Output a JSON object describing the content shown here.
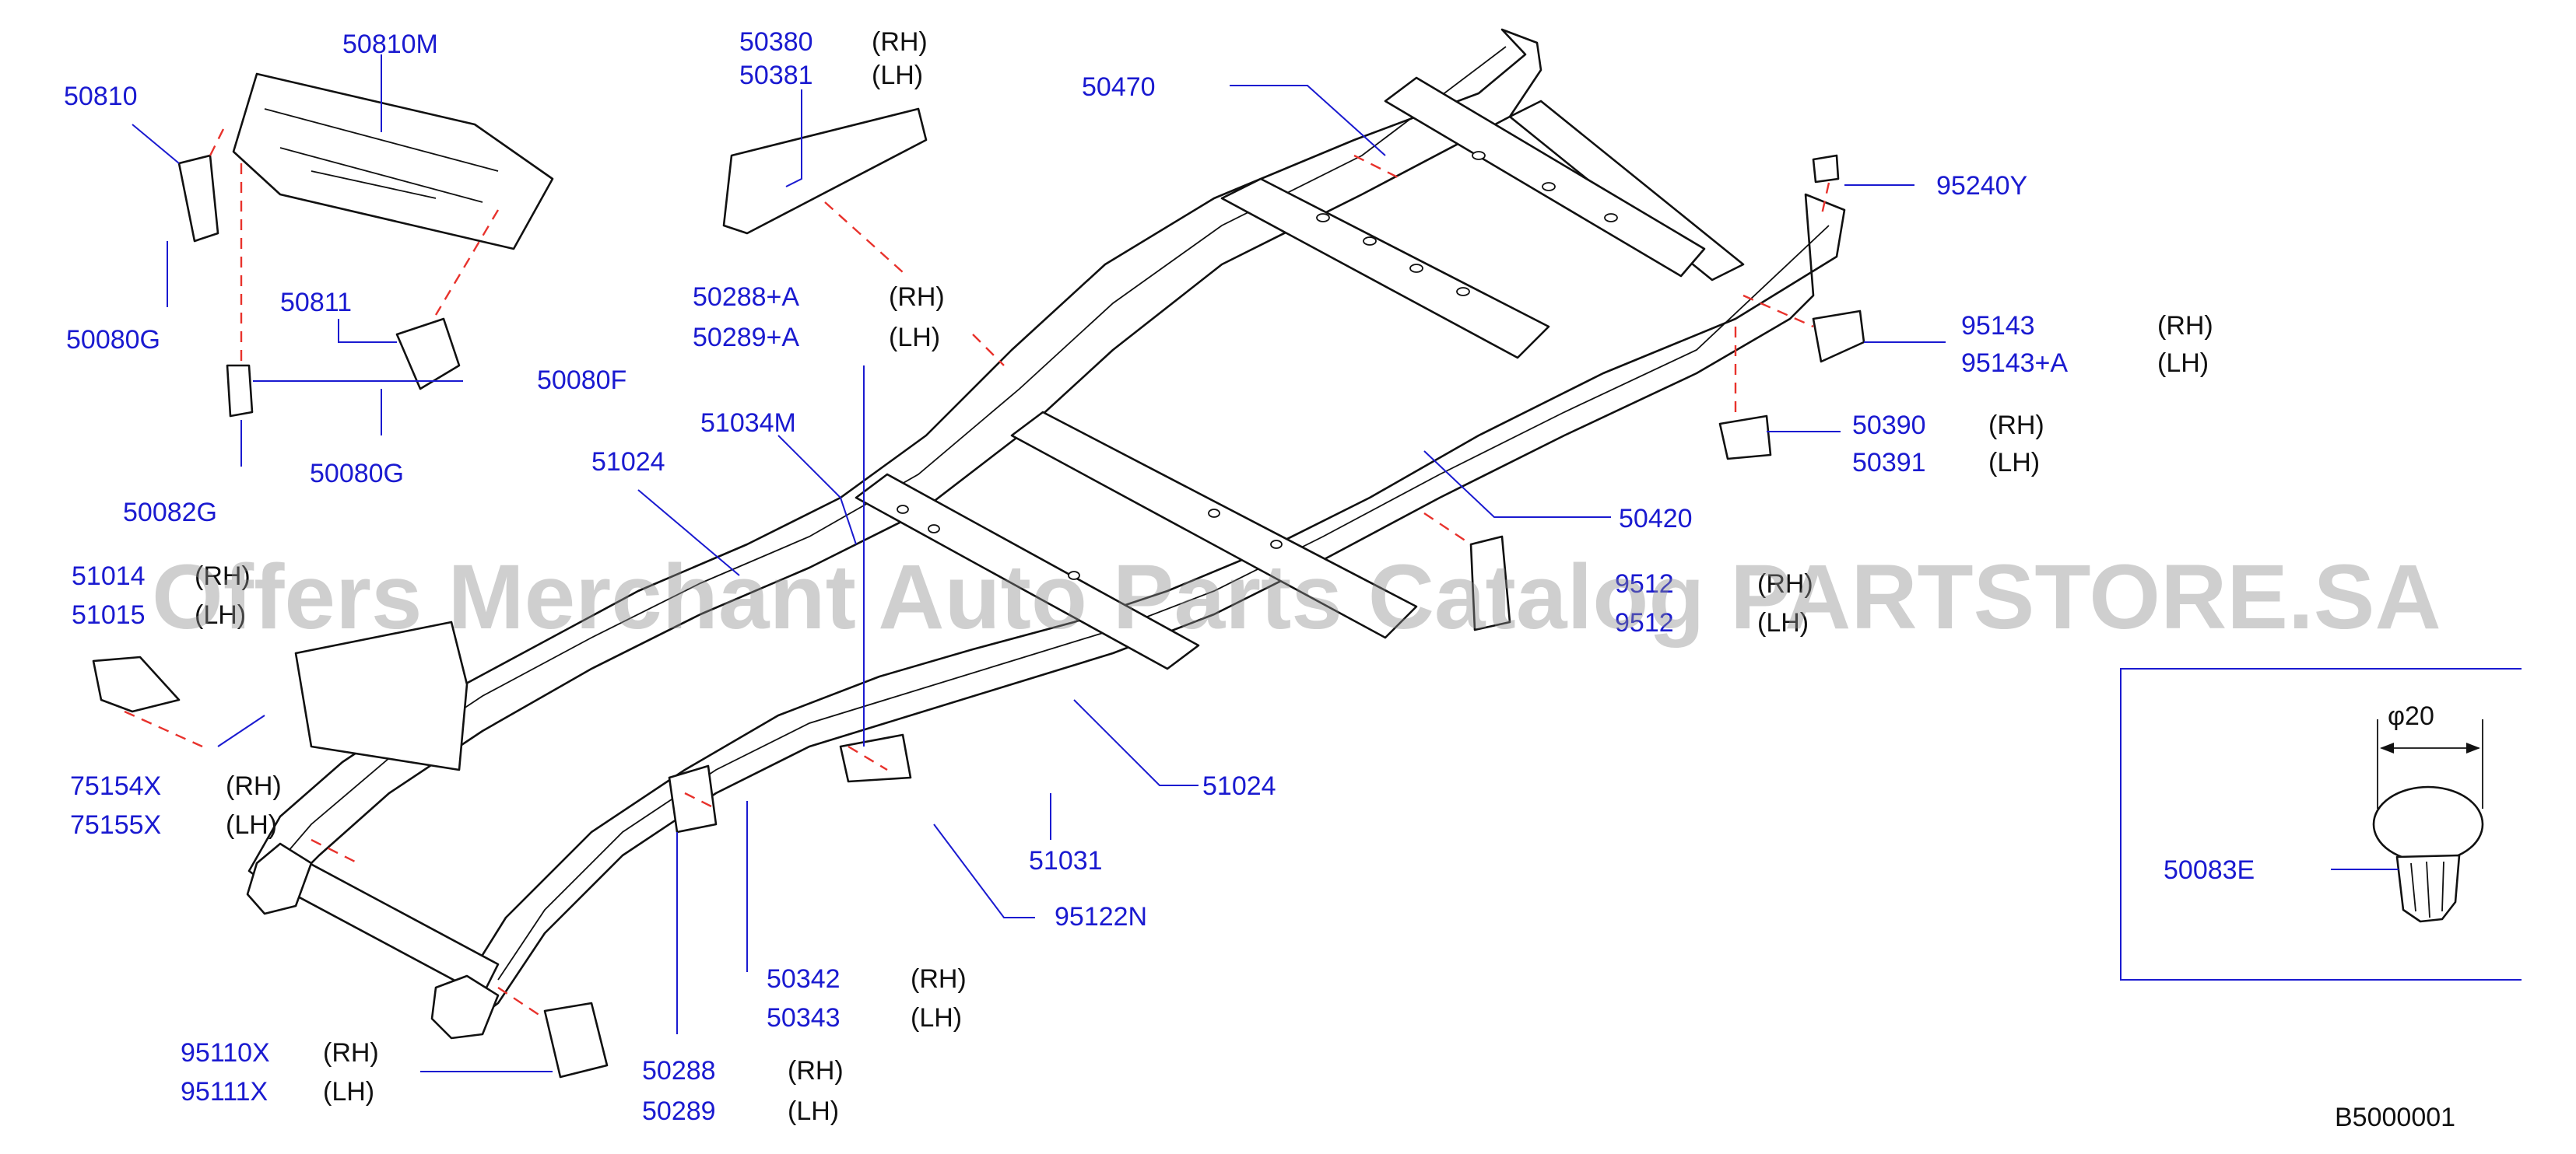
{
  "diagram_code": "B5000001",
  "watermark": "Offers Merchant Auto Parts Catalog PARTSTORE.SA",
  "detail_inset": {
    "dimension": "φ20",
    "part": "50083E"
  },
  "callouts": [
    {
      "id": "c_50810M",
      "lines": [
        {
          "part": "50810M",
          "side": ""
        }
      ]
    },
    {
      "id": "c_50810",
      "lines": [
        {
          "part": "50810",
          "side": ""
        }
      ]
    },
    {
      "id": "c_50080G_a",
      "lines": [
        {
          "part": "50080G",
          "side": ""
        }
      ]
    },
    {
      "id": "c_50811",
      "lines": [
        {
          "part": "50811",
          "side": ""
        }
      ]
    },
    {
      "id": "c_50080F",
      "lines": [
        {
          "part": "50080F",
          "side": ""
        }
      ]
    },
    {
      "id": "c_50082G",
      "lines": [
        {
          "part": "50082G",
          "side": ""
        }
      ]
    },
    {
      "id": "c_50080G_b",
      "lines": [
        {
          "part": "50080G",
          "side": ""
        }
      ]
    },
    {
      "id": "c_50380",
      "lines": [
        {
          "part": "50380",
          "side": "(RH)"
        },
        {
          "part": "50381",
          "side": "(LH)"
        }
      ]
    },
    {
      "id": "c_50470",
      "lines": [
        {
          "part": "50470",
          "side": ""
        }
      ]
    },
    {
      "id": "c_95240Y",
      "lines": [
        {
          "part": "95240Y",
          "side": ""
        }
      ]
    },
    {
      "id": "c_50288A",
      "lines": [
        {
          "part": "50288+A",
          "side": "(RH)"
        },
        {
          "part": "50289+A",
          "side": "(LH)"
        }
      ]
    },
    {
      "id": "c_95143",
      "lines": [
        {
          "part": "95143",
          "side": "(RH)"
        },
        {
          "part": "95143+A",
          "side": "(LH)"
        }
      ]
    },
    {
      "id": "c_51034M",
      "lines": [
        {
          "part": "51034M",
          "side": ""
        }
      ]
    },
    {
      "id": "c_50390",
      "lines": [
        {
          "part": "50390",
          "side": "(RH)"
        },
        {
          "part": "50391",
          "side": "(LH)"
        }
      ]
    },
    {
      "id": "c_51024_a",
      "lines": [
        {
          "part": "51024",
          "side": ""
        }
      ]
    },
    {
      "id": "c_50420",
      "lines": [
        {
          "part": "50420",
          "side": ""
        }
      ]
    },
    {
      "id": "c_51014",
      "lines": [
        {
          "part": "51014",
          "side": "(RH)"
        },
        {
          "part": "51015",
          "side": "(LH)"
        }
      ]
    },
    {
      "id": "c_9512x",
      "lines": [
        {
          "part": "9512",
          "side": "(RH)"
        },
        {
          "part": "9512",
          "side": "(LH)"
        }
      ]
    },
    {
      "id": "c_75154X",
      "lines": [
        {
          "part": "75154X",
          "side": "(RH)"
        },
        {
          "part": "75155X",
          "side": "(LH)"
        }
      ]
    },
    {
      "id": "c_51024_b",
      "lines": [
        {
          "part": "51024",
          "side": ""
        }
      ]
    },
    {
      "id": "c_51031",
      "lines": [
        {
          "part": "51031",
          "side": ""
        }
      ]
    },
    {
      "id": "c_95122N",
      "lines": [
        {
          "part": "95122N",
          "side": ""
        }
      ]
    },
    {
      "id": "c_50342",
      "lines": [
        {
          "part": "50342",
          "side": "(RH)"
        },
        {
          "part": "50343",
          "side": "(LH)"
        }
      ]
    },
    {
      "id": "c_95110X",
      "lines": [
        {
          "part": "95110X",
          "side": "(RH)"
        },
        {
          "part": "95111X",
          "side": "(LH)"
        }
      ]
    },
    {
      "id": "c_50288",
      "lines": [
        {
          "part": "50288",
          "side": "(RH)"
        },
        {
          "part": "50289",
          "side": "(LH)"
        }
      ]
    }
  ]
}
